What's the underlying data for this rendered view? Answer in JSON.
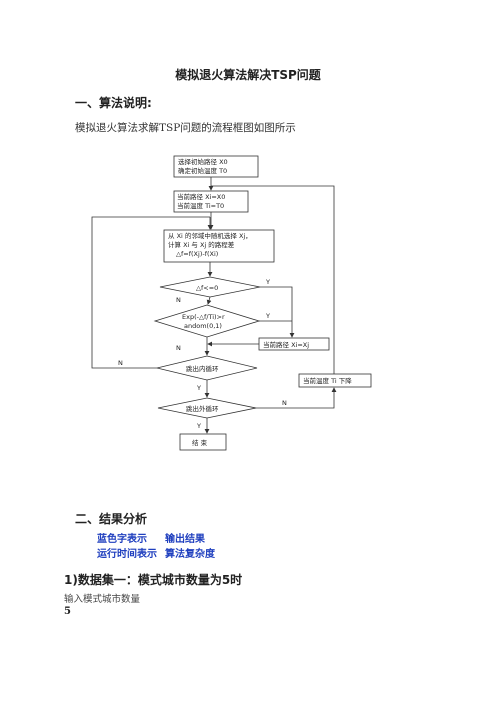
{
  "doc": {
    "title": "模拟退火算法解决TSP问题",
    "section1_heading": "一、算法说明:",
    "section1_text": "模拟退火算法求解TSP问题的流程框图如图所示",
    "section2_heading": "二、结果分析",
    "legend_blue_label": "蓝色字表示",
    "legend_blue_meaning": "输出结果",
    "legend_runtime_label": "运行时间表示",
    "legend_runtime_meaning": "算法复杂度",
    "dataset1_heading": "1)数据集一：模式城市数量为5时",
    "input_prompt": "输入模式城市数量",
    "input_value": "5"
  },
  "flowchart": {
    "box1_line1": "选择初始路径 X0",
    "box1_line2": "确定初始温度 T0",
    "box2_line1": "当前路径 Xi=X0",
    "box2_line2": "当前温度 Ti=T0",
    "box3_line1": "从 Xi 的邻域中随机选择 Xj，",
    "box3_line2": "计算 Xi 与 Xj 的路程差",
    "box3_line3": "△f=f(Xj)-f(Xi)",
    "diamond1": "△f<=0",
    "diamond2_line1": "Exp(-△f/Ti)>r",
    "diamond2_line2": "andom(0,1)",
    "box_update_path": "当前路径 Xi=Xj",
    "diamond3": "跳出内循环",
    "box_temp_down": "当前温度 Ti 下降",
    "diamond4": "跳出外循环",
    "box_end": "结  束",
    "label_y": "Y",
    "label_n": "N"
  }
}
